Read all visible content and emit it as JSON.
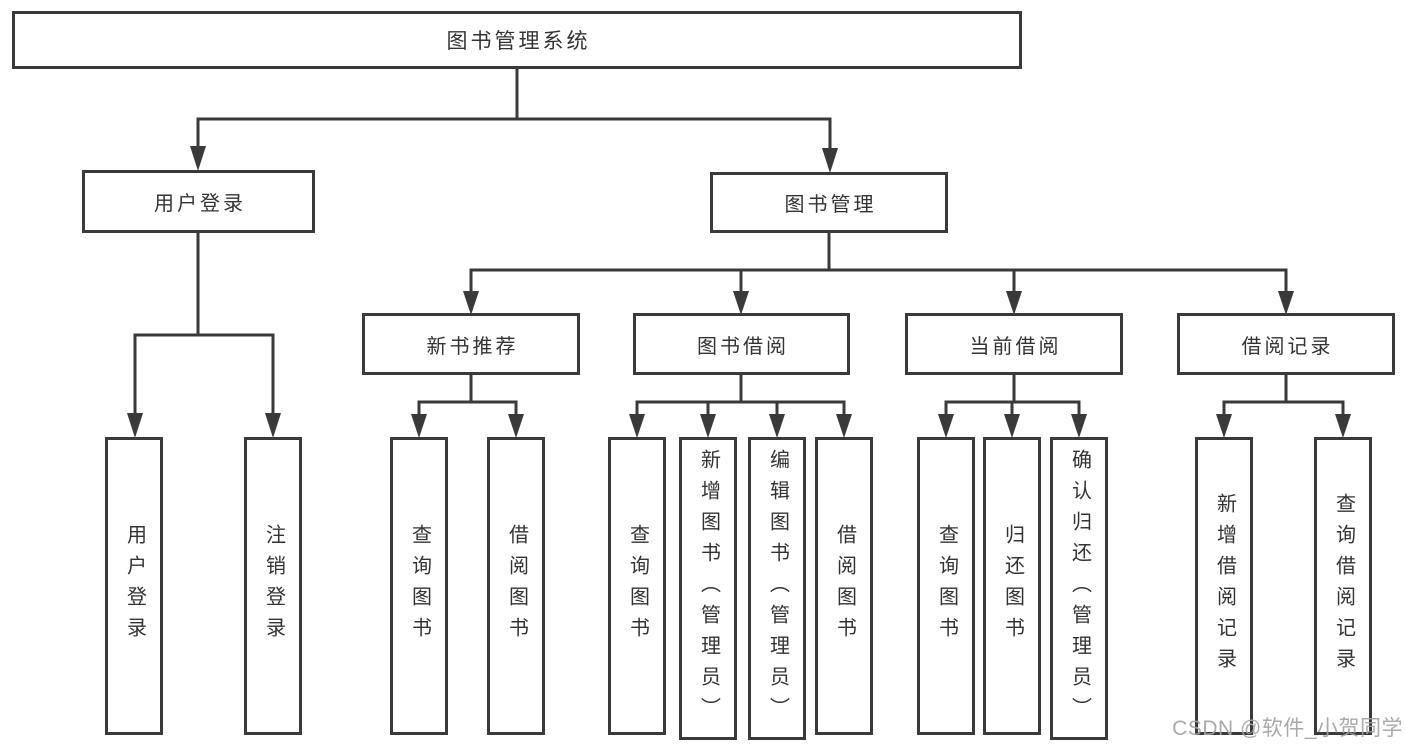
{
  "tree": {
    "root": {
      "label": "图书管理系统"
    },
    "children": [
      {
        "label": "用户登录",
        "children": [
          {
            "label": "用户登录"
          },
          {
            "label": "注销登录"
          }
        ]
      },
      {
        "label": "图书管理",
        "children": [
          {
            "label": "新书推荐",
            "children": [
              {
                "label": "查询图书"
              },
              {
                "label": "借阅图书"
              }
            ]
          },
          {
            "label": "图书借阅",
            "children": [
              {
                "label": "查询图书"
              },
              {
                "label": "新增图书（管理员）"
              },
              {
                "label": "编辑图书（管理员）"
              },
              {
                "label": "借阅图书"
              }
            ]
          },
          {
            "label": "当前借阅",
            "children": [
              {
                "label": "查询图书"
              },
              {
                "label": "归还图书"
              },
              {
                "label": "确认归还（管理员）"
              }
            ]
          },
          {
            "label": "借阅记录",
            "children": [
              {
                "label": "新增借阅记录"
              },
              {
                "label": "查询借阅记录"
              }
            ]
          }
        ]
      }
    ]
  },
  "watermark": "CSDN @软件_小贺同学",
  "colors": {
    "line": "#3a3a3a",
    "text": "#333333",
    "background": "#ffffff",
    "watermark": "#a3a3a3"
  }
}
